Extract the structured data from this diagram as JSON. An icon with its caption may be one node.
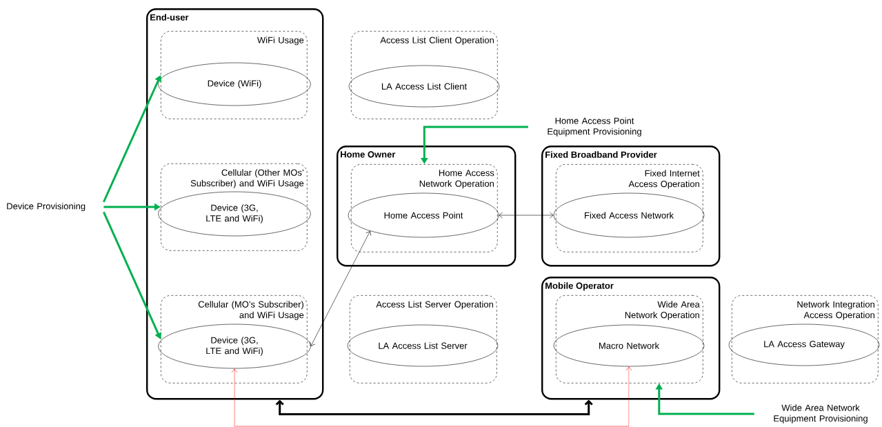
{
  "diagram": {
    "nodes": [
      {
        "text": [
          "End-user"
        ]
      },
      {
        "text": [
          "WiFi Usage"
        ],
        "in": 0
      },
      {
        "text": [
          "Device (WiFi)"
        ],
        "in": 1
      },
      {
        "text": [
          "Cellular (Other MOs’ Subscriber) and WiFi Usage"
        ],
        "in": 0
      },
      {
        "text": [
          "Device (3G, LTE and WiFi)"
        ],
        "in": 3
      },
      {
        "text": [
          "Cellular (MO’s Subscriber) and WiFi Usage"
        ],
        "in": 0
      },
      {
        "text": [
          "Device (3G, LTE and WiFi)"
        ],
        "in": 5
      },
      {
        "text": [
          "Access List Client Operation"
        ]
      },
      {
        "text": [
          "LA Access List Client"
        ],
        "in": 7
      },
      {
        "text": [
          "Home Owner"
        ]
      },
      {
        "text": [
          "Home Access Network Operation"
        ],
        "in": 9
      },
      {
        "text": [
          "Home Access Point"
        ],
        "in": 10
      },
      {
        "text": [
          "Fixed Broadband Provider"
        ]
      },
      {
        "text": [
          "Fixed Internet Access Operation"
        ],
        "in": 12
      },
      {
        "text": [
          "Fixed Access Network"
        ],
        "in": 13
      },
      {
        "text": [
          "Access List Server Operation"
        ]
      },
      {
        "text": [
          "LA Access List Server"
        ],
        "in": 15
      },
      {
        "text": [
          "Mobile Operator"
        ]
      },
      {
        "text": [
          "Wide Area Network Operation"
        ],
        "in": 17
      },
      {
        "text": [
          "Macro Network"
        ],
        "in": 18
      },
      {
        "text": [
          "Network Integration Access Operation"
        ]
      },
      {
        "text": [
          "LA Access Gateway"
        ],
        "in": 20
      },
      {
        "text": [
          "Device Provisioning"
        ]
      },
      {
        "text": [
          "Home Access Point Equipment Provisioning"
        ]
      },
      {
        "text": [
          "Wide Area Network Equipment Provisioning"
        ]
      }
    ],
    "edges": [
      {
        "from": 22,
        "to": 1,
        "arrow": "to",
        "color": "#00b050"
      },
      {
        "from": 22,
        "to": 3,
        "arrow": "to",
        "color": "#00b050"
      },
      {
        "from": 22,
        "to": 5,
        "arrow": "to",
        "color": "#00b050"
      },
      {
        "from": 23,
        "to": 10,
        "arrow": "to",
        "color": "#00b050"
      },
      {
        "from": 24,
        "to": 18,
        "arrow": "to",
        "color": "#00b050"
      },
      {
        "from": 6,
        "to": 11,
        "arrow": "both",
        "color": "#000000"
      },
      {
        "from": 11,
        "to": 14,
        "arrow": "both",
        "color": "#000000"
      },
      {
        "from": 0,
        "to": 17,
        "arrow": "both",
        "color": "#000000"
      },
      {
        "from": 6,
        "to": 19,
        "arrow": "both",
        "color": "#ff0000"
      }
    ]
  }
}
